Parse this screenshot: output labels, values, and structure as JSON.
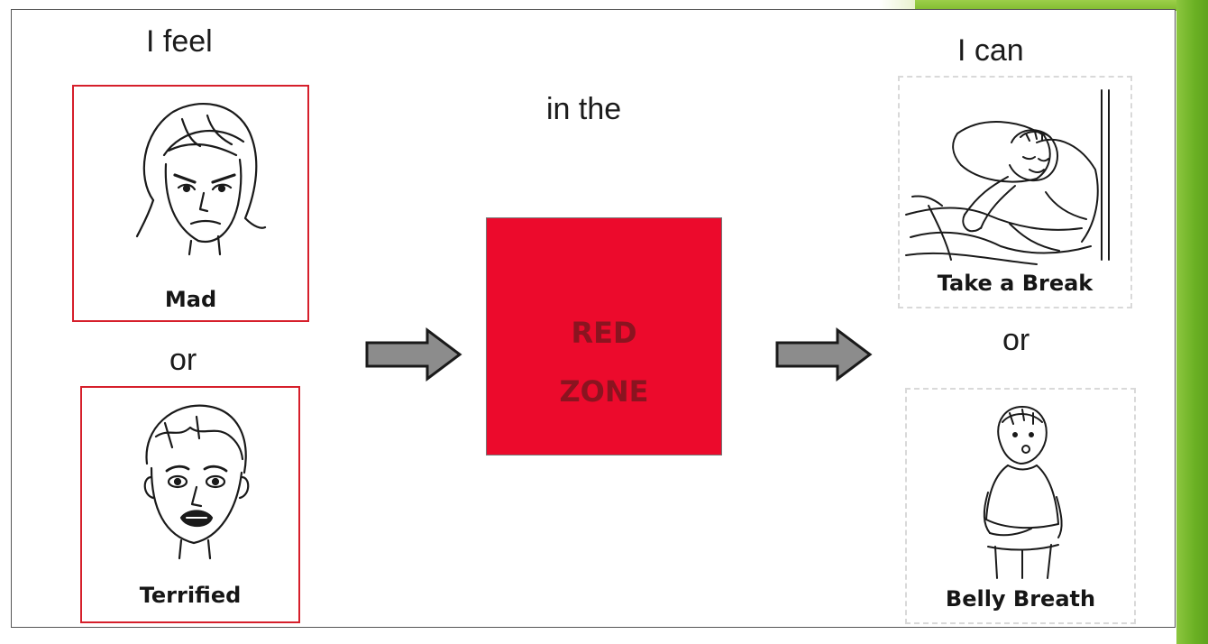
{
  "labels": {
    "i_feel": "I feel",
    "or_left": "or",
    "in_the": "in the",
    "i_can": "I can",
    "or_right": "or"
  },
  "feelings": [
    {
      "caption": "Mad",
      "icon": "mad-face-icon"
    },
    {
      "caption": "Terrified",
      "icon": "terrified-face-icon"
    }
  ],
  "zone": {
    "line1": "RED",
    "line2": "ZONE",
    "color": "#ec0a2c",
    "text_color": "#8a1420"
  },
  "actions": [
    {
      "caption": "Take a Break",
      "icon": "resting-child-icon"
    },
    {
      "caption": "Belly Breath",
      "icon": "breathing-child-icon"
    }
  ],
  "colors": {
    "card_border": "#d61f2b",
    "arrow_fill": "#8c8c8c",
    "accent_green": "#6ab023"
  }
}
